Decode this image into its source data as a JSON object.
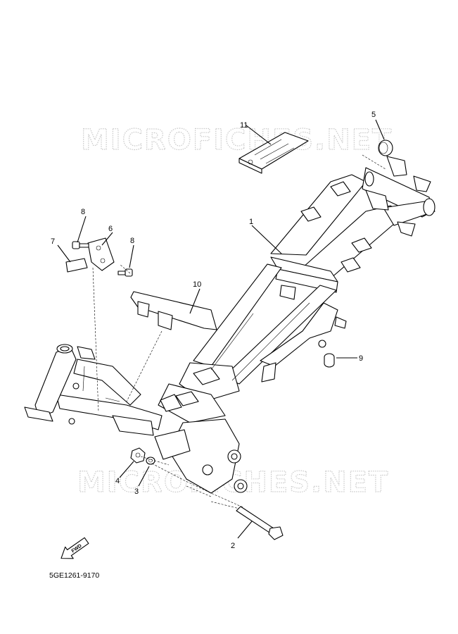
{
  "watermark": {
    "top": "MICROFICHES.NET",
    "bottom": "MICROFICHES.NET"
  },
  "callouts": {
    "c1": "1",
    "c2": "2",
    "c3": "3",
    "c4": "4",
    "c5": "5",
    "c6": "6",
    "c7": "7",
    "c8a": "8",
    "c8b": "8",
    "c9": "9",
    "c10": "10",
    "c11": "11"
  },
  "direction_badge": "FWD",
  "diagram_code": "5GE1261-9170",
  "icons": {
    "forward_arrow": "fwd-arrow-icon"
  }
}
